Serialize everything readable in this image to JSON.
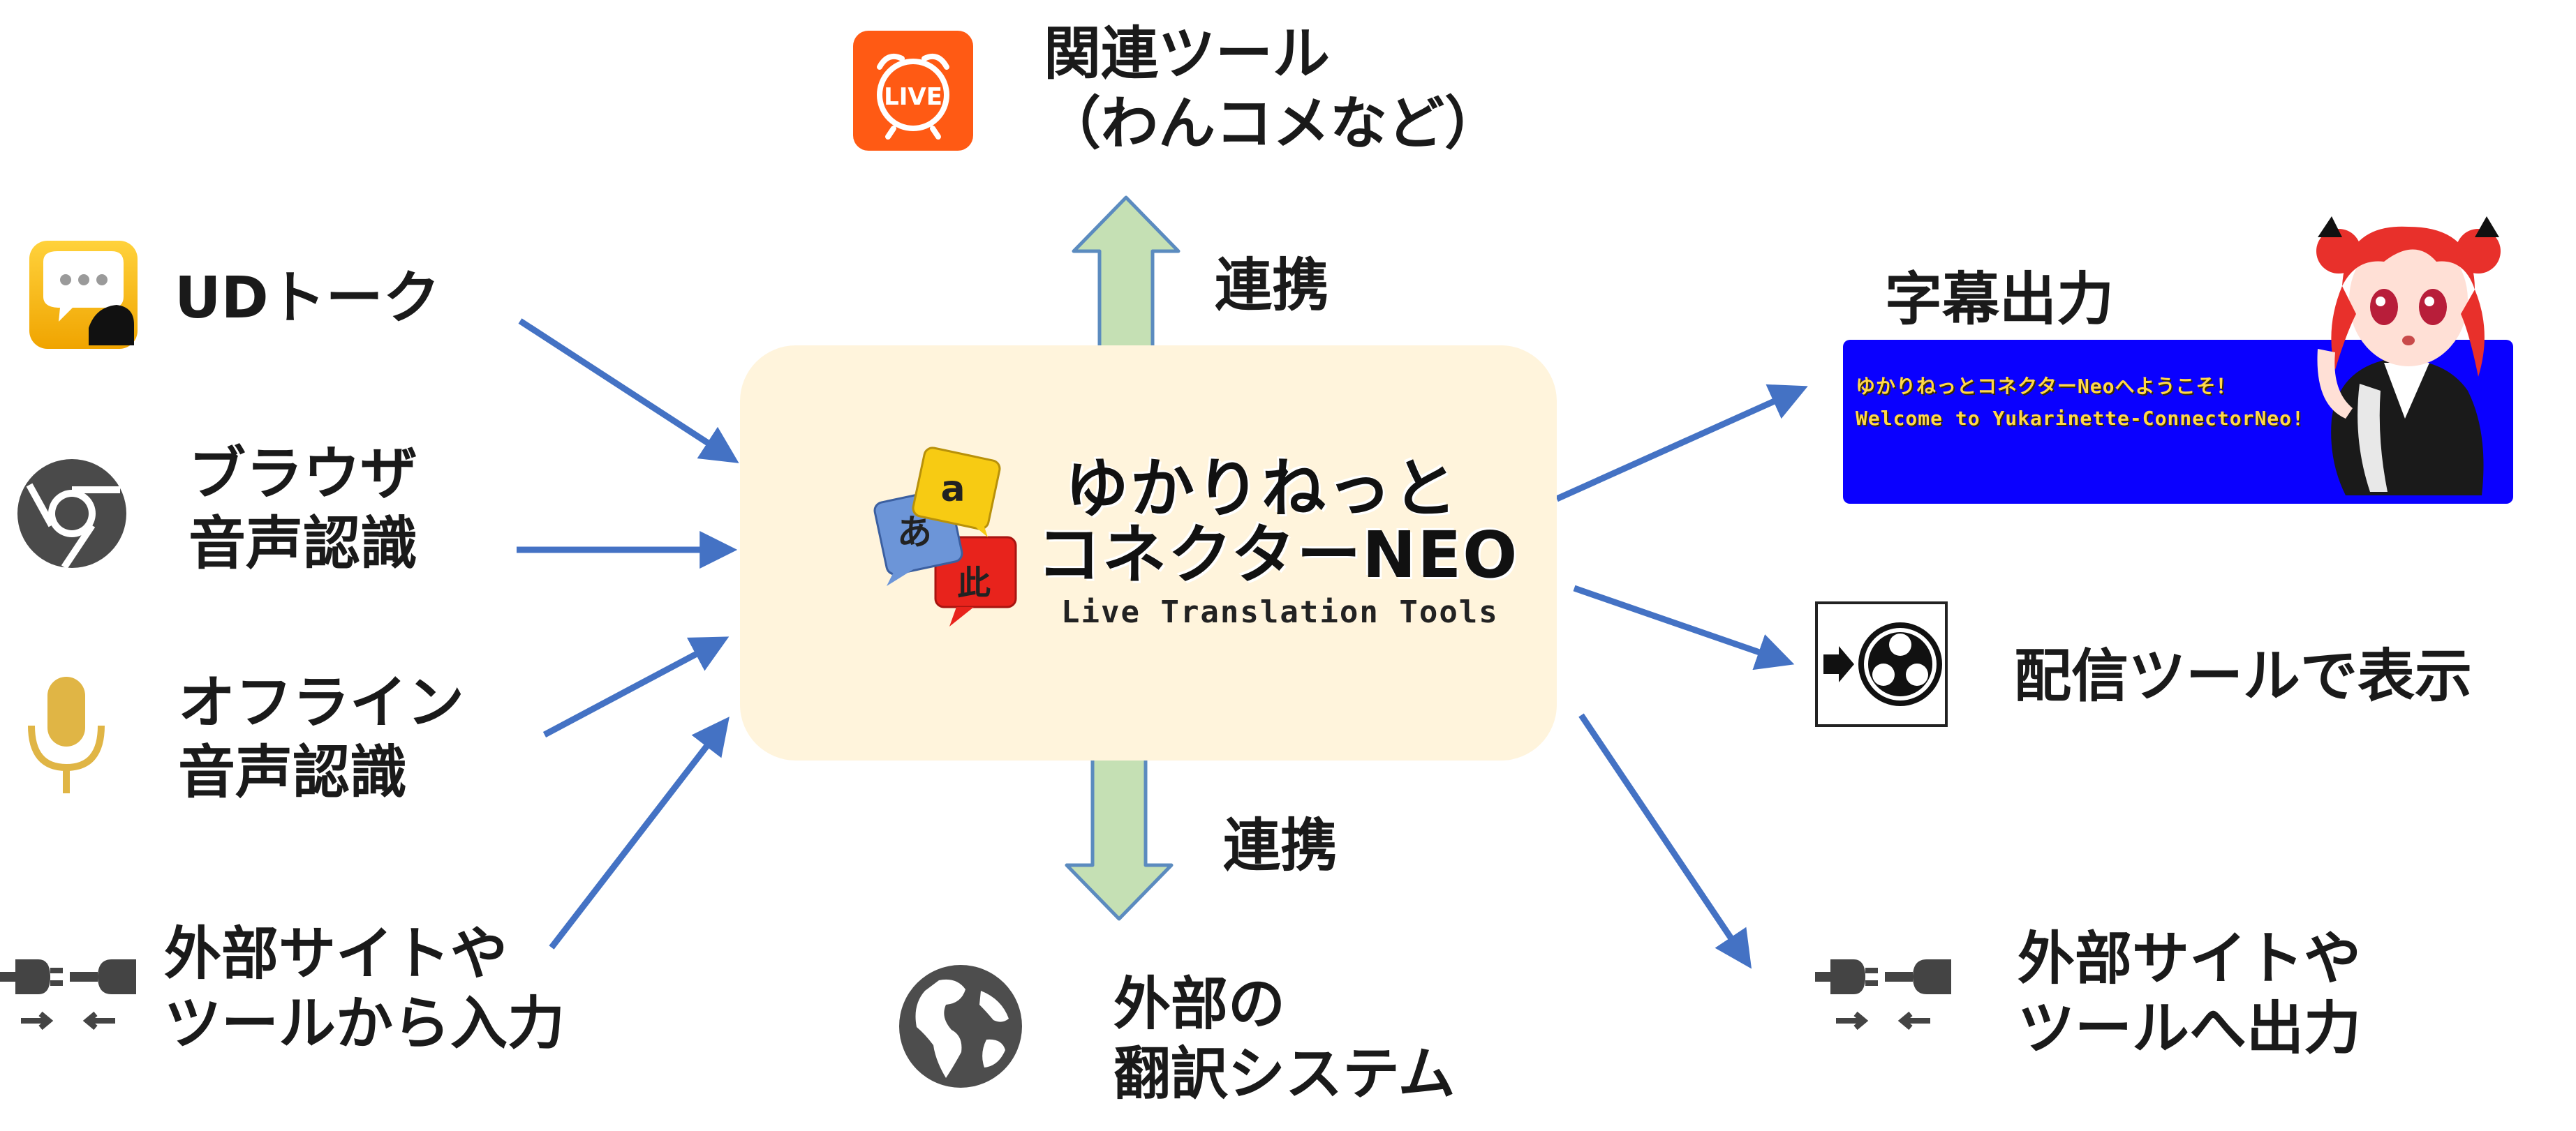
{
  "center": {
    "title_line1": "ゆかりねっと",
    "title_line2": "コネクターNEO",
    "subtitle": "Live Translation Tools",
    "bubble_a": "a",
    "bubble_jp": "あ",
    "bubble_cn": "此"
  },
  "inputs": [
    {
      "lines": [
        "UDトーク"
      ],
      "icon": "ud-talk-icon"
    },
    {
      "lines": [
        "ブラウザ",
        "音声認識"
      ],
      "icon": "chrome-icon"
    },
    {
      "lines": [
        "オフライン",
        "音声認識"
      ],
      "icon": "microphone-icon"
    },
    {
      "lines": [
        "外部サイトや",
        "ツールから入力"
      ],
      "icon": "plug-icon"
    }
  ],
  "top": {
    "lines": [
      "関連ツール",
      "（わんコメなど）"
    ],
    "icon": "onecomme-live-icon",
    "icon_text": "LIVE",
    "link_label": "連携"
  },
  "bottom": {
    "lines": [
      "外部の",
      "翻訳システム"
    ],
    "icon": "globe-icon",
    "link_label": "連携"
  },
  "outputs": [
    {
      "lines": [
        "字幕出力"
      ],
      "icon": "subtitle-preview"
    },
    {
      "lines": [
        "配信ツールで表示"
      ],
      "icon": "obs-icon"
    },
    {
      "lines": [
        "外部サイトや",
        "ツールへ出力"
      ],
      "icon": "plug-icon"
    }
  ],
  "subtitle_preview": {
    "line1": "ゆかりねっとコネクターNeoへようこそ！",
    "line2": "Welcome to Yukarinette-ConnectorNeo!"
  },
  "colors": {
    "arrow": "#4472c4",
    "link_arrow_fill": "#c5e0b4",
    "link_arrow_stroke": "#5b8bbf",
    "center_box": "#fff4dc",
    "subtitle_bg": "#0a00ff",
    "subtitle_text": "#ffd84a",
    "onecomme_orange": "#ff5a14",
    "mic_gold": "#e0b545"
  }
}
